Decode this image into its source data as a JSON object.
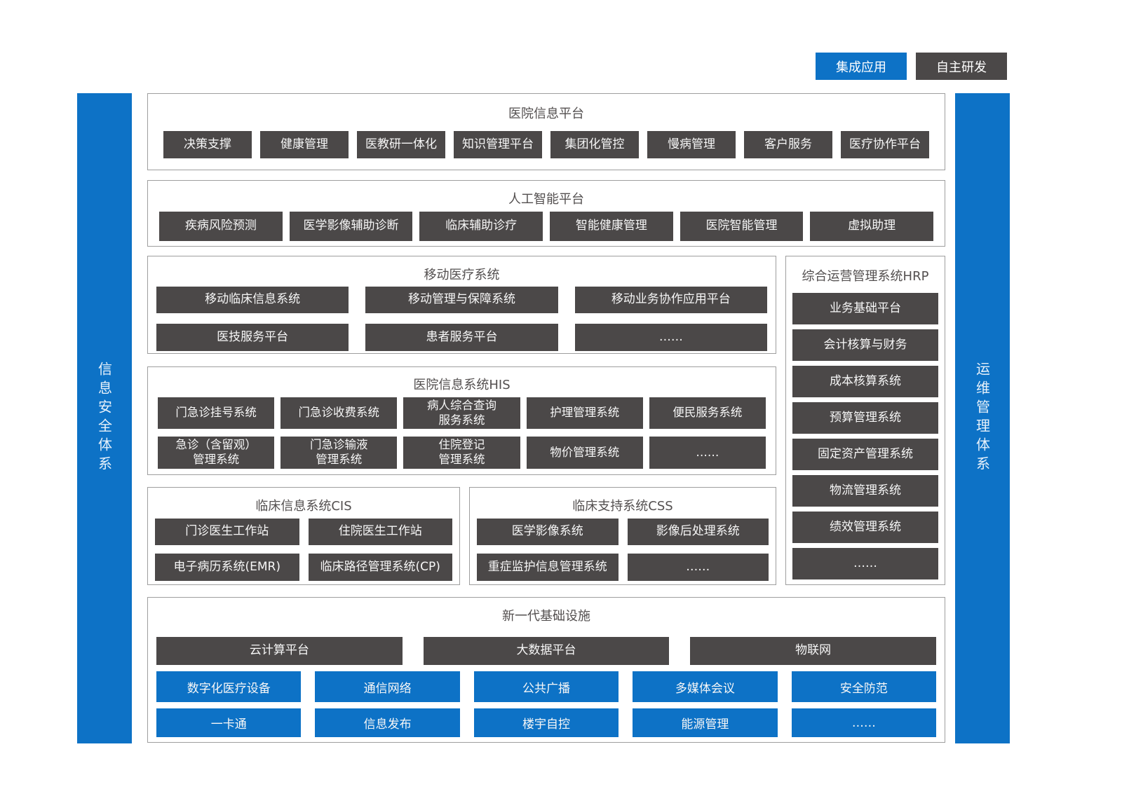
{
  "legend": {
    "integrated_label": "集成应用",
    "self_developed_label": "自主研发"
  },
  "sidebar_left": {
    "label": "信息安全体系"
  },
  "sidebar_right": {
    "label": "运维管理体系"
  },
  "colors": {
    "accent_blue": "#0d72c6",
    "box_dark": "#4b4848",
    "section_border": "#9e9e9e"
  },
  "sections": {
    "hospital_info_platform": {
      "title": "医院信息平台",
      "items": [
        "决策支撑",
        "健康管理",
        "医教研一体化",
        "知识管理平台",
        "集团化管控",
        "慢病管理",
        "客户服务",
        "医疗协作平台"
      ]
    },
    "ai_platform": {
      "title": "人工智能平台",
      "items": [
        "疾病风险预测",
        "医学影像辅助诊断",
        "临床辅助诊疗",
        "智能健康管理",
        "医院智能管理",
        "虚拟助理"
      ]
    },
    "mobile_medical": {
      "title": "移动医疗系统",
      "rows": [
        [
          "移动临床信息系统",
          "移动管理与保障系统",
          "移动业务协作应用平台"
        ],
        [
          "医技服务平台",
          "患者服务平台",
          "……"
        ]
      ]
    },
    "hrp": {
      "title": "综合运营管理系统HRP",
      "items": [
        "业务基础平台",
        "会计核算与财务",
        "成本核算系统",
        "预算管理系统",
        "固定资产管理系统",
        "物流管理系统",
        "绩效管理系统",
        "……"
      ]
    },
    "his": {
      "title": "医院信息系统HIS",
      "rows": [
        [
          "门急诊挂号系统",
          "门急诊收费系统",
          "病人综合查询\n服务系统",
          "护理管理系统",
          "便民服务系统"
        ],
        [
          "急诊（含留观）\n管理系统",
          "门急诊输液\n管理系统",
          "住院登记\n管理系统",
          "物价管理系统",
          "……"
        ]
      ]
    },
    "cis": {
      "title": "临床信息系统CIS",
      "rows": [
        [
          "门诊医生工作站",
          "住院医生工作站"
        ],
        [
          "电子病历系统(EMR)",
          "临床路径管理系统(CP)"
        ]
      ]
    },
    "css": {
      "title": "临床支持系统CSS",
      "rows": [
        [
          "医学影像系统",
          "影像后处理系统"
        ],
        [
          "重症监护信息管理系统",
          "……"
        ]
      ]
    },
    "infrastructure": {
      "title": "新一代基础设施",
      "dark_row": [
        "云计算平台",
        "大数据平台",
        "物联网"
      ],
      "blue_rows": [
        [
          "数字化医疗设备",
          "通信网络",
          "公共广播",
          "多媒体会议",
          "安全防范"
        ],
        [
          "一卡通",
          "信息发布",
          "楼宇自控",
          "能源管理",
          "……"
        ]
      ]
    }
  }
}
